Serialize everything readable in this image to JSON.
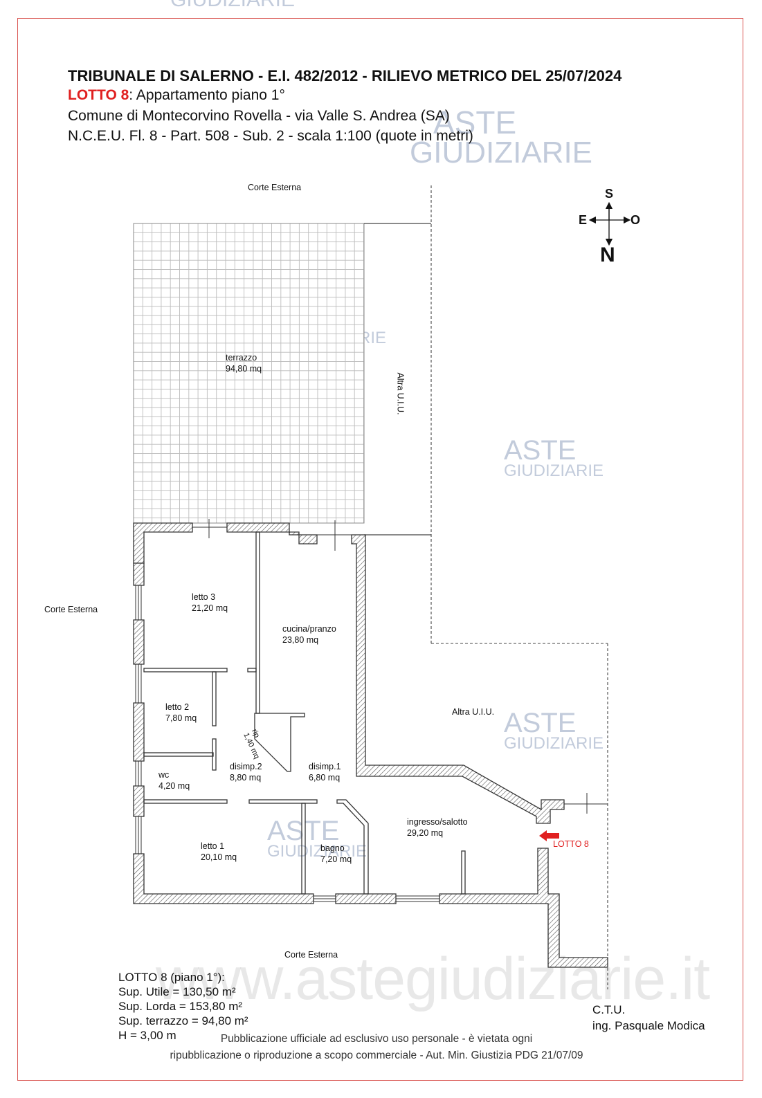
{
  "header": {
    "line1": "TRIBUNALE DI SALERNO - E.I. 482/2012 - RILIEVO METRICO DEL 25/07/2024",
    "lotto_label": "LOTTO 8",
    "lotto_desc": ": Appartamento piano 1°",
    "line3": "Comune di Montecorvino Rovella  - via Valle S. Andrea (SA)",
    "line4": "N.C.E.U. Fl. 8 - Part. 508 - Sub. 2 - scala 1:100 (quote in metri)"
  },
  "context_labels": {
    "corte_top": "Corte Esterna",
    "corte_left": "Corte Esterna",
    "corte_bottom": "Corte Esterna",
    "altra_vertical": "Altra U.I.U.",
    "altra_right": "Altra U.I.U."
  },
  "rooms": {
    "terrazzo": {
      "name": "terrazzo",
      "area": "94,80 mq"
    },
    "letto3": {
      "name": "letto 3",
      "area": "21,20 mq"
    },
    "cucina": {
      "name": "cucina/pranzo",
      "area": "23,80 mq"
    },
    "letto2": {
      "name": "letto 2",
      "area": "7,80 mq"
    },
    "rip": {
      "name": "rip",
      "area": "1,40 mq"
    },
    "wc": {
      "name": "wc",
      "area": "4,20 mq"
    },
    "disimp2": {
      "name": "disimp.2",
      "area": "8,80 mq"
    },
    "disimp1": {
      "name": "disimp.1",
      "area": "6,80 mq"
    },
    "ingresso": {
      "name": "ingresso/salotto",
      "area": "29,20 mq"
    },
    "letto1": {
      "name": "letto 1",
      "area": "20,10 mq"
    },
    "bagno": {
      "name": "bagno",
      "area": "7,20 mq"
    }
  },
  "entrance_marker": "LOTTO 8",
  "compass": {
    "s": "S",
    "e": "E",
    "o": "O",
    "n": "N"
  },
  "summary": {
    "title": "LOTTO 8 (piano 1°):",
    "utile": "Sup. Utile = 130,50  m²",
    "lorda": "Sup. Lorda = 153,80 m²",
    "terrazzo": "Sup. terrazzo = 94,80 m²",
    "altezza": "H = 3,00 m"
  },
  "ctu": {
    "line1": "C.T.U.",
    "line2": "ing. Pasquale Modica"
  },
  "publication": {
    "line1": "Pubblicazione ufficiale ad esclusivo uso personale - è vietata ogni",
    "line2": "ripubblicazione o riproduzione a scopo commerciale - Aut. Min. Giustizia PDG 21/07/09"
  },
  "watermark": {
    "url": "www.astegiudiziarie.it",
    "brand1": "ASTE",
    "brand2": "GIUDIZIARIE"
  },
  "colors": {
    "border": "#d9534f",
    "accent_red": "#e02020",
    "wall": "#333333",
    "watermark": "#7f93b3"
  }
}
